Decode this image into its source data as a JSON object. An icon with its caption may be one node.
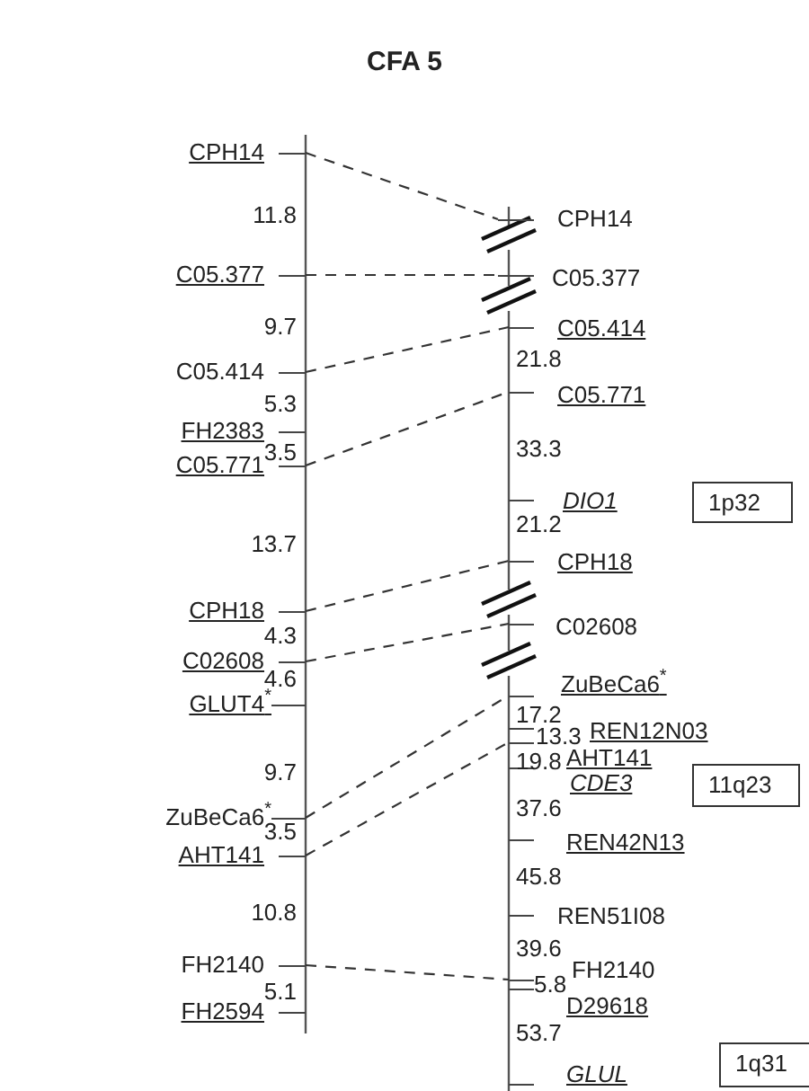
{
  "diagram": {
    "title": "CFA 5",
    "nodes": [
      {
        "text": [
          "CPH14"
        ]
      },
      {
        "text": [
          "C05.377"
        ]
      },
      {
        "text": [
          "C05.414"
        ]
      },
      {
        "text": [
          "FH2383"
        ]
      },
      {
        "text": [
          "C05.771"
        ]
      },
      {
        "text": [
          "CPH18"
        ]
      },
      {
        "text": [
          "C02608"
        ]
      },
      {
        "text": [
          "GLUT4$^{*}$"
        ]
      },
      {
        "text": [
          "ZuBeCa6$^{*}$"
        ]
      },
      {
        "text": [
          "AHT141"
        ]
      },
      {
        "text": [
          "FH2140"
        ]
      },
      {
        "text": [
          "FH2594"
        ]
      },
      {
        "text": [
          "CPH14"
        ]
      },
      {
        "text": [
          "C05.377"
        ]
      },
      {
        "text": [
          "C05.414"
        ]
      },
      {
        "text": [
          "C05.771"
        ]
      },
      {
        "text": [
          "DIO1"
        ]
      },
      {
        "text": [
          "CPH18"
        ]
      },
      {
        "text": [
          "C02608"
        ]
      },
      {
        "text": [
          "ZuBeCa6$^{*}$"
        ]
      },
      {
        "text": [
          "REN12N03"
        ]
      },
      {
        "text": [
          "AHT141"
        ]
      },
      {
        "text": [
          "CDE3"
        ]
      },
      {
        "text": [
          "REN42N13"
        ]
      },
      {
        "text": [
          "REN51I08"
        ]
      },
      {
        "text": [
          "FH2140"
        ]
      },
      {
        "text": [
          "D29618"
        ]
      },
      {
        "text": [
          "GLUL"
        ]
      },
      {
        "text": [
          "1p32"
        ]
      },
      {
        "text": [
          "11q23"
        ]
      },
      {
        "text": [
          "1q31"
        ]
      }
    ],
    "edges": [
      {
        "from": 0,
        "to": 12,
        "arrow": "none",
        "style": "dashed"
      },
      {
        "from": 1,
        "to": 13,
        "arrow": "none",
        "style": "dashed"
      },
      {
        "from": 2,
        "to": 14,
        "arrow": "none",
        "style": "dashed"
      },
      {
        "from": 4,
        "to": 15,
        "arrow": "none",
        "style": "dashed"
      },
      {
        "from": 5,
        "to": 17,
        "arrow": "none",
        "style": "dashed"
      },
      {
        "from": 6,
        "to": 18,
        "arrow": "none",
        "style": "dashed"
      },
      {
        "from": 8,
        "to": 19,
        "arrow": "none",
        "style": "dashed"
      },
      {
        "from": 9,
        "to": 21,
        "arrow": "none",
        "style": "dashed"
      },
      {
        "from": 10,
        "to": 25,
        "arrow": "none",
        "style": "dashed"
      }
    ],
    "labels": [
      "11.8",
      "9.7",
      "5.3",
      "3.5",
      "13.7",
      "4.3",
      "4.6",
      "9.7",
      "3.5",
      "10.8",
      "5.1",
      "21.8",
      "33.3",
      "21.2",
      "17.2",
      "13.3",
      "19.8",
      "37.6",
      "45.8",
      "39.6",
      "5.8",
      "53.7"
    ]
  }
}
